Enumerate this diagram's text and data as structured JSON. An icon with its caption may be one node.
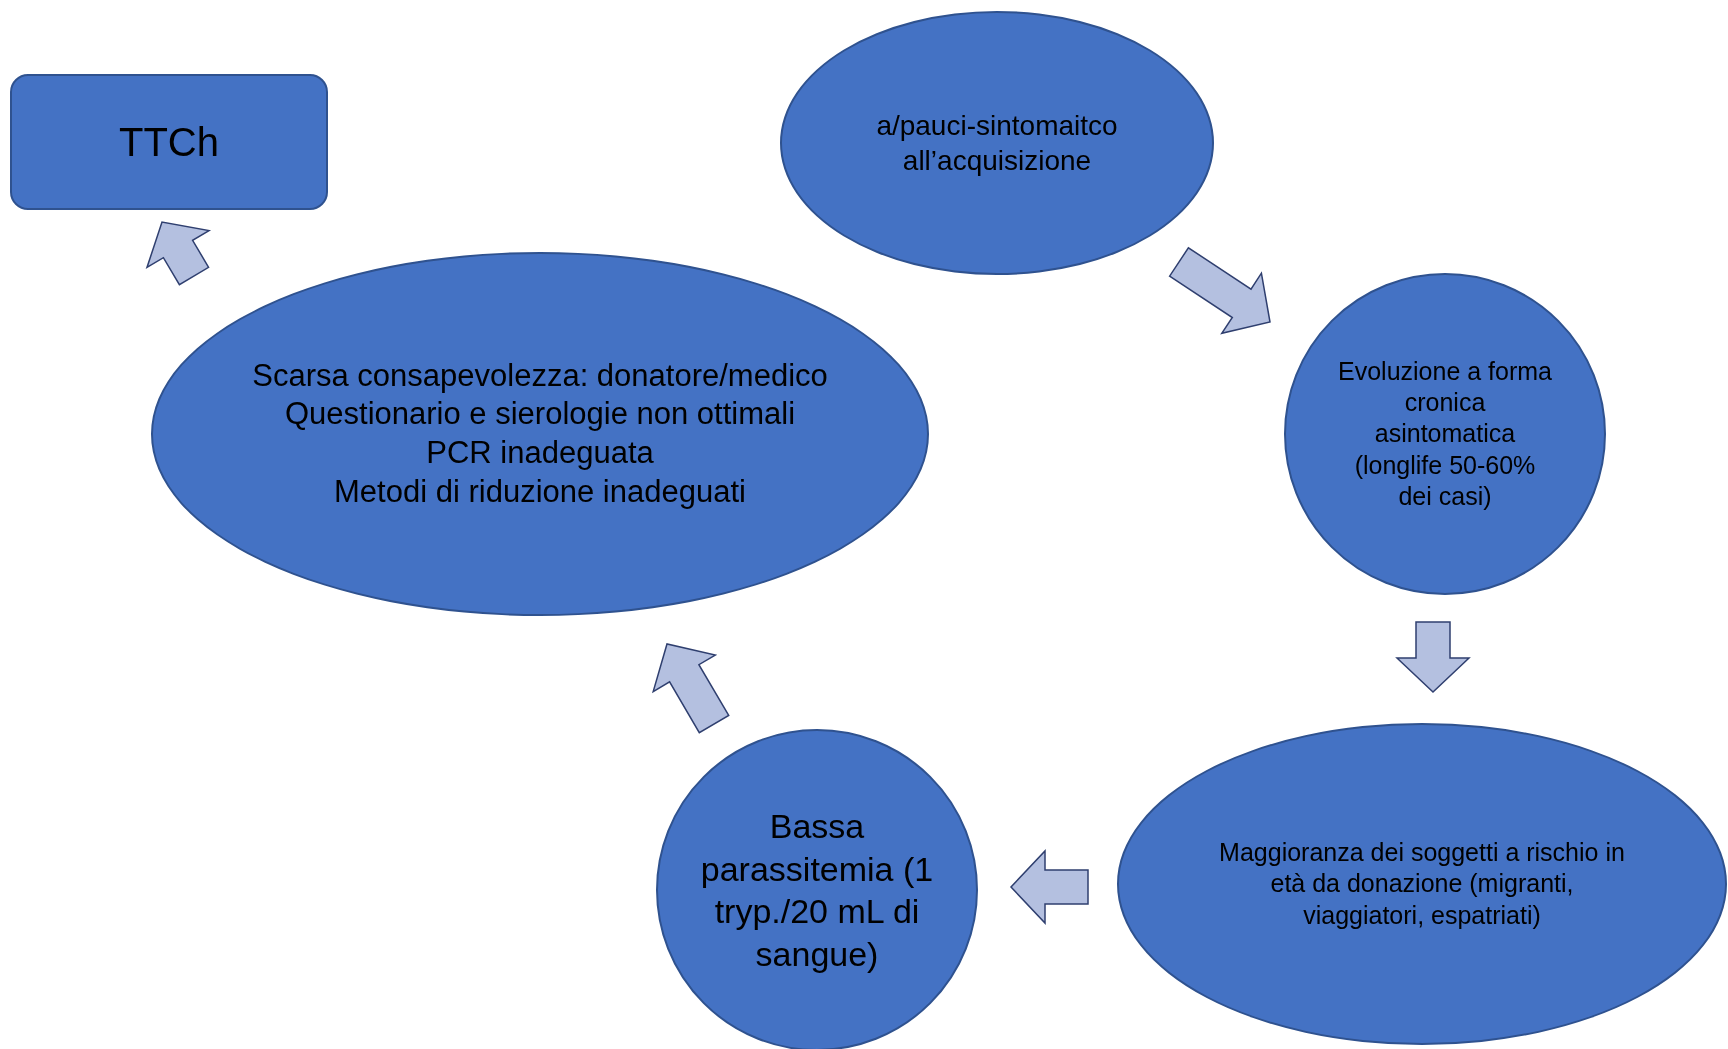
{
  "diagram": {
    "nodes": [
      {
        "text": [
          "TTCh"
        ]
      },
      {
        "text": [
          "a/pauci-sintomaitco all’acquisizione"
        ]
      },
      {
        "text": [
          "Evoluzione a forma cronica asintomatica (longlife 50-60% dei casi)"
        ]
      },
      {
        "text": [
          "Maggioranza dei soggetti a rischio in età da donazione (migranti, viaggiatori, espatriati)"
        ]
      },
      {
        "text": [
          "Bassa parassitemia (1 tryp./20 mL di sangue)"
        ]
      },
      {
        "text": [
          "Scarsa consapevolezza: donatore/medico",
          "Questionario e sierologie non ottimali",
          "PCR inadeguata",
          "Metodi di riduzione inadeguati"
        ]
      }
    ],
    "edges": [
      {
        "from": 1,
        "to": 2,
        "arrow": "to"
      },
      {
        "from": 2,
        "to": 3,
        "arrow": "to"
      },
      {
        "from": 3,
        "to": 4,
        "arrow": "to"
      },
      {
        "from": 4,
        "to": 5,
        "arrow": "to"
      },
      {
        "from": 5,
        "to": 0,
        "arrow": "to"
      }
    ]
  }
}
